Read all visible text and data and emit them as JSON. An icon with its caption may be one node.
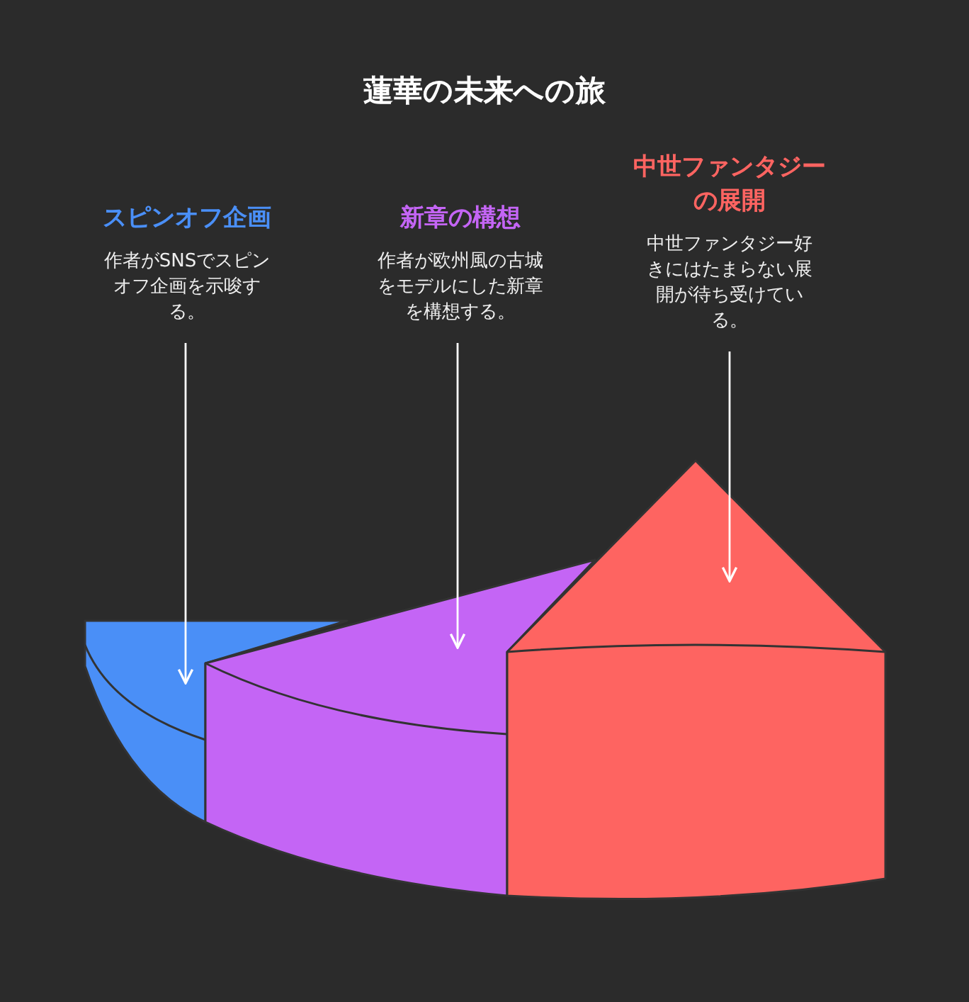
{
  "diagram": {
    "title": "蓮華の未来への旅",
    "nodes": [
      {
        "text": [
          "スピンオフ企画",
          "作者がSNSでスピンオフ企画を示唆する。"
        ]
      },
      {
        "text": [
          "新章の構想",
          "作者が欧州風の古城をモデルにした新章を構想する。"
        ]
      },
      {
        "text": [
          "中世ファンタジーの展開",
          "中世ファンタジー好きにはたまらない展開が待ち受けている。"
        ]
      },
      {
        "text": [],
        "shape": "box"
      },
      {
        "text": [],
        "shape": "box"
      },
      {
        "text": [],
        "shape": "box"
      }
    ],
    "edges": [
      {
        "from": 0,
        "to": 3,
        "arrow": "to"
      },
      {
        "from": 1,
        "to": 4,
        "arrow": "to"
      },
      {
        "from": 2,
        "to": 5,
        "arrow": "to"
      }
    ]
  }
}
